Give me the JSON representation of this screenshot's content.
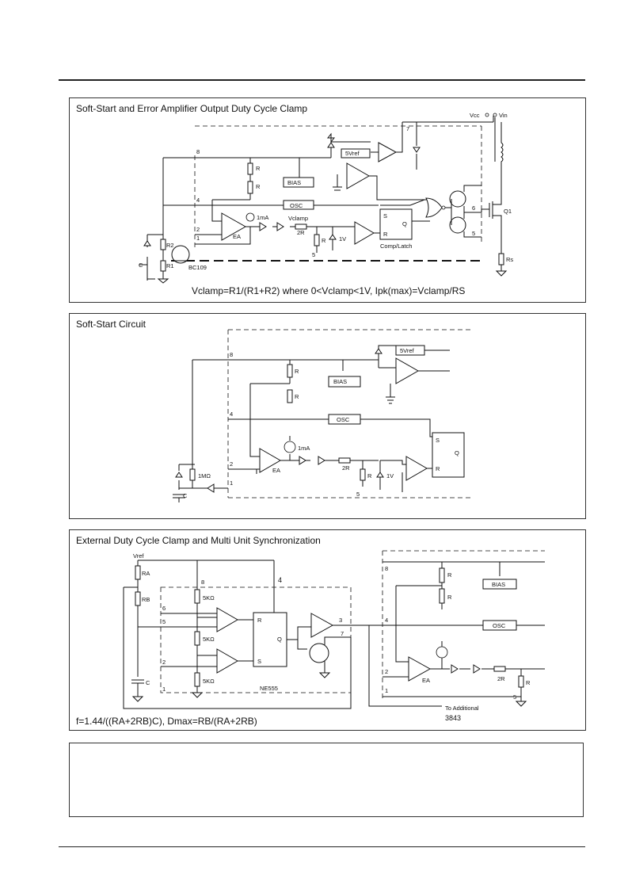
{
  "panels": [
    {
      "title": "Soft-Start and Error Amplifier Output Duty Cycle Clamp",
      "caption": "Vclamp=R1/(R1+R2) where 0<Vclamp<1V, Ipk(max)=Vclamp/RS",
      "labels": {
        "vcc": "Vcc",
        "vin": "Vin",
        "pin7": "7",
        "pin8": "8",
        "pin4": "4",
        "pin2": "2",
        "pin1": "1",
        "pin6": "6",
        "pin5": "5",
        "pin5b": "5",
        "vref": "5Vref",
        "bias": "BIAS",
        "osc": "OSC",
        "ea": "EA",
        "r_a": "R",
        "r_b": "R",
        "r_c": "R",
        "ma": "1mA",
        "vclamp": "Vclamp",
        "twor": "2R",
        "onev": "1V",
        "s": "S",
        "q": "Q",
        "rr": "R",
        "latch": "Comp/Latch",
        "r2": "R2",
        "r1": "R1",
        "c": "C",
        "bc109": "BC109",
        "q1": "Q1",
        "rs": "Rs"
      }
    },
    {
      "title": "Soft-Start Circuit",
      "labels": {
        "pin8": "8",
        "pin4": "4",
        "pin2": "2",
        "pin1": "1",
        "pin5": "5",
        "vref": "5Vref",
        "bias": "BIAS",
        "osc": "OSC",
        "ea": "EA",
        "r_a": "R",
        "r_b": "R",
        "r_c": "R",
        "ma": "1mA",
        "twor": "2R",
        "onev": "1V",
        "s": "S",
        "q": "Q",
        "rr": "R",
        "mohm": "1MΩ",
        "c": "C"
      }
    },
    {
      "title": "External Duty Cycle Clamp and Multi Unit Synchronization",
      "caption": "f=1.44/((RA+2RB)C), Dmax=RB/(RA+2RB)",
      "labels": {
        "vref": "Vref",
        "ra": "RA",
        "rb": "RB",
        "c": "C",
        "k1": "5KΩ",
        "k2": "5KΩ",
        "k3": "5KΩ",
        "n8": "8",
        "n6": "6",
        "n5": "5",
        "n2": "2",
        "n1": "1",
        "n4": "4",
        "n3": "3",
        "n7": "7",
        "r": "R",
        "s": "S",
        "q": "Q",
        "ne555": "NE555",
        "p8": "8",
        "p4": "4",
        "p2": "2",
        "p1": "1",
        "p5": "5",
        "bias": "BIAS",
        "osc": "OSC",
        "ea": "EA",
        "r_a": "R",
        "r_b": "R",
        "r_c": "R",
        "twor": "2R",
        "to_add": "To Additional",
        "part": "3843"
      }
    }
  ]
}
